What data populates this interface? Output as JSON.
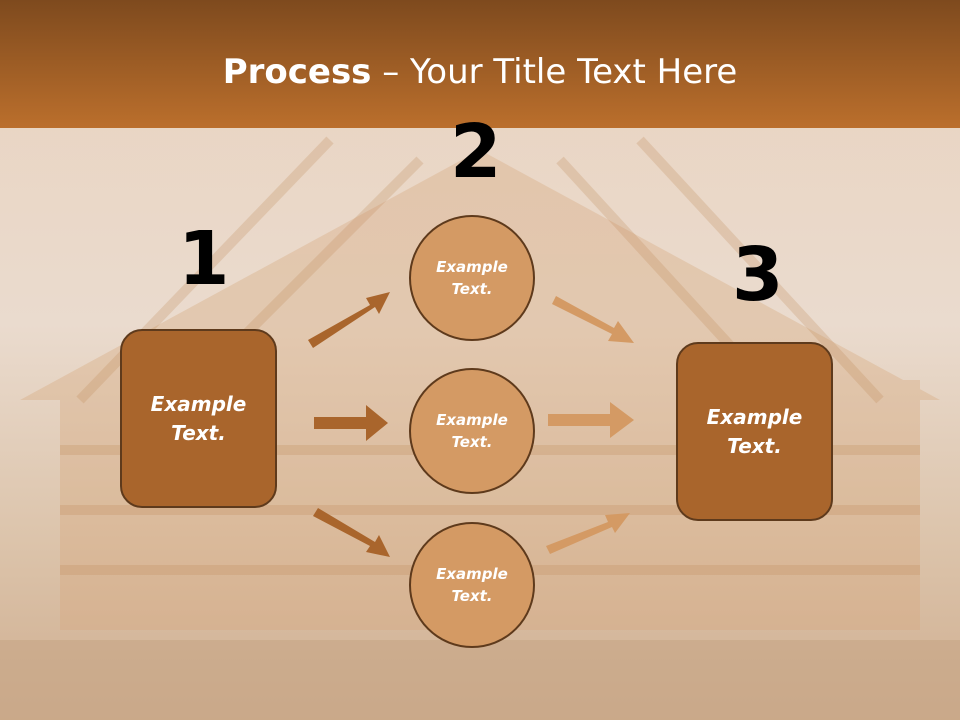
{
  "slide": {
    "title_bold": "Process",
    "title_rest": " – Your Title Text Here",
    "colors": {
      "header": "#b8692a",
      "box": "#a9652c",
      "circle": "#d49a64",
      "border": "#5e3a1c"
    }
  },
  "steps": {
    "num1": "1",
    "num2": "2",
    "num3": "3"
  },
  "nodes": {
    "left_text": "Example Text.",
    "circle_top_text": "Example Text.",
    "circle_mid_text": "Example Text.",
    "circle_bot_text": "Example Text.",
    "right_text": "Example Text."
  }
}
